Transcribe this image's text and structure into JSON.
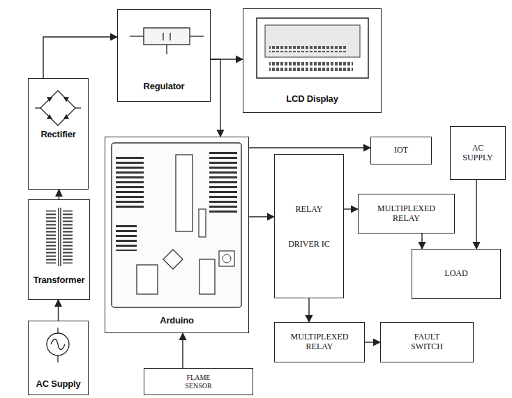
{
  "diagram": {
    "nodes": [
      {
        "text": [
          "Regulator"
        ]
      },
      {
        "text": [
          "LCD Display"
        ]
      },
      {
        "text": [
          "Rectifier"
        ]
      },
      {
        "text": [
          "AC SUPPLY"
        ]
      },
      {
        "text": [
          "Arduino"
        ]
      },
      {
        "text": [
          "IOT"
        ]
      },
      {
        "text": [
          "RELAY DRIVER IC"
        ]
      },
      {
        "text": [
          "MULTIPLEXED RELAY"
        ]
      },
      {
        "text": [
          "Transformer"
        ]
      },
      {
        "text": [
          "LOAD"
        ]
      },
      {
        "text": [
          "AC Supply"
        ]
      },
      {
        "text": [
          "MULTIPLEXED RELAY"
        ]
      },
      {
        "text": [
          "FAULT SWITCH"
        ]
      },
      {
        "text": [
          "FLAME SENSOR"
        ]
      }
    ],
    "edges": [
      {
        "from": 10,
        "to": 8,
        "arrow": "to"
      },
      {
        "from": 8,
        "to": 2,
        "arrow": "to"
      },
      {
        "from": 2,
        "to": 0,
        "arrow": "to"
      },
      {
        "from": 0,
        "to": 1,
        "arrow": "to"
      },
      {
        "from": 0,
        "to": 4,
        "arrow": "to"
      },
      {
        "from": 4,
        "to": 5,
        "arrow": "to"
      },
      {
        "from": 4,
        "to": 6,
        "arrow": "to"
      },
      {
        "from": 6,
        "to": 7,
        "arrow": "to"
      },
      {
        "from": 6,
        "to": 11,
        "arrow": "to"
      },
      {
        "from": 11,
        "to": 12,
        "arrow": "to"
      },
      {
        "from": 7,
        "to": 9,
        "arrow": "to"
      },
      {
        "from": 3,
        "to": 9,
        "arrow": "to"
      },
      {
        "from": 13,
        "to": 4,
        "arrow": "to"
      }
    ]
  }
}
